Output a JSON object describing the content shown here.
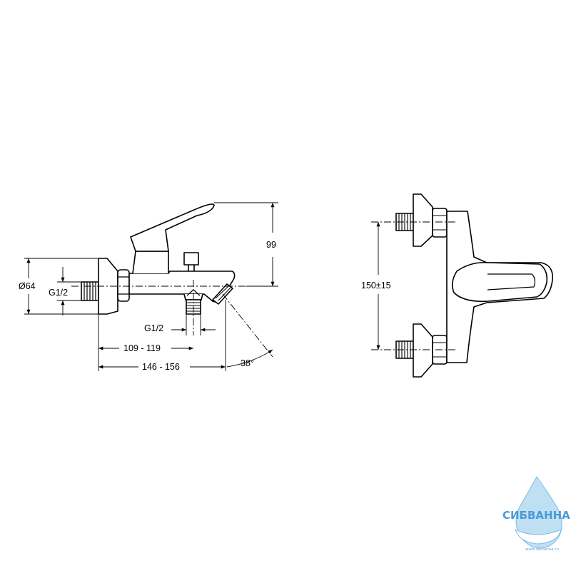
{
  "side_view": {
    "dim_diameter": "Ø64",
    "dim_wall_thread": "G1/2",
    "dim_height": "99",
    "dim_outlet_thread": "G1/2",
    "dim_outlet_distance": "109 - 119",
    "dim_spout_reach": "146 - 156",
    "dim_angle": "38°"
  },
  "front_view": {
    "dim_centers": "150±15"
  },
  "watermark": {
    "brand": "СИБВАННА",
    "url": "www.sibvanna.ru",
    "colors": {
      "text": "#4a9ad8",
      "drop": "#bfdff3"
    }
  }
}
